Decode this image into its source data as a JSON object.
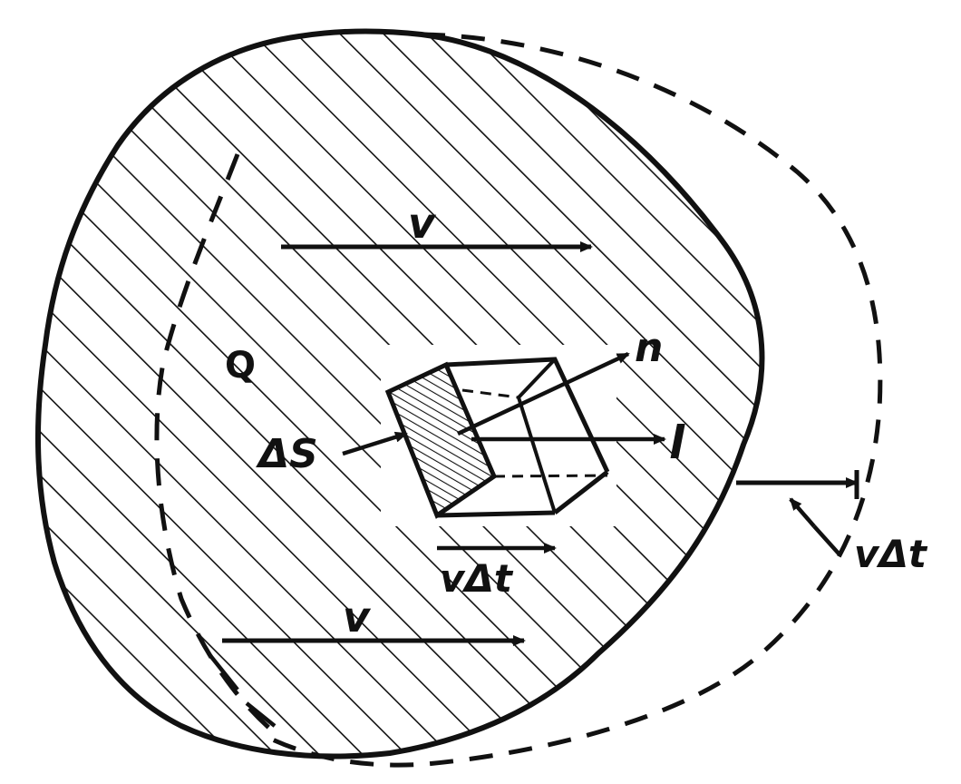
{
  "diagram": {
    "labels": {
      "v_top": "v",
      "v_bottom": "v",
      "q": "Q",
      "n": "n",
      "l": "l",
      "delta_s": "ΔS",
      "v_delta_t_center": "vΔt",
      "v_delta_t_right": "vΔt"
    },
    "colors": {
      "ink": "#111111",
      "background": "#ffffff"
    }
  }
}
